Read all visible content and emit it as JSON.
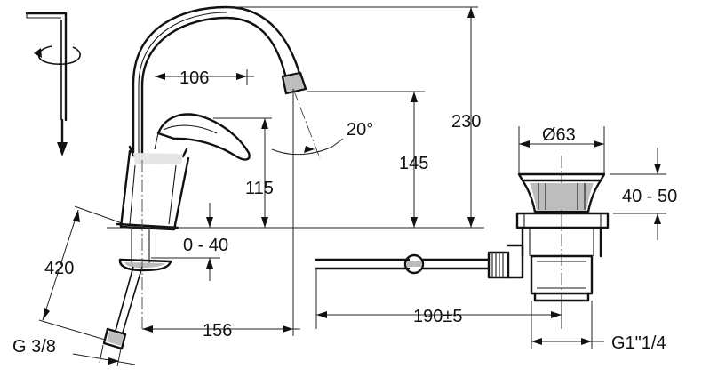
{
  "dimensions": {
    "spout_reach": "106",
    "total_height": "230",
    "spout_outlet_height": "145",
    "handle_height": "115",
    "spout_angle": "20°",
    "deck_thickness": "0 - 40",
    "hose_length": "420",
    "hose_connection": "G 3/8",
    "base_offset": "156",
    "waste_diameter": "Ø63",
    "waste_height_range": "40 - 50",
    "pull_rod_length": "190±5",
    "waste_thread": "G1\"1/4"
  }
}
